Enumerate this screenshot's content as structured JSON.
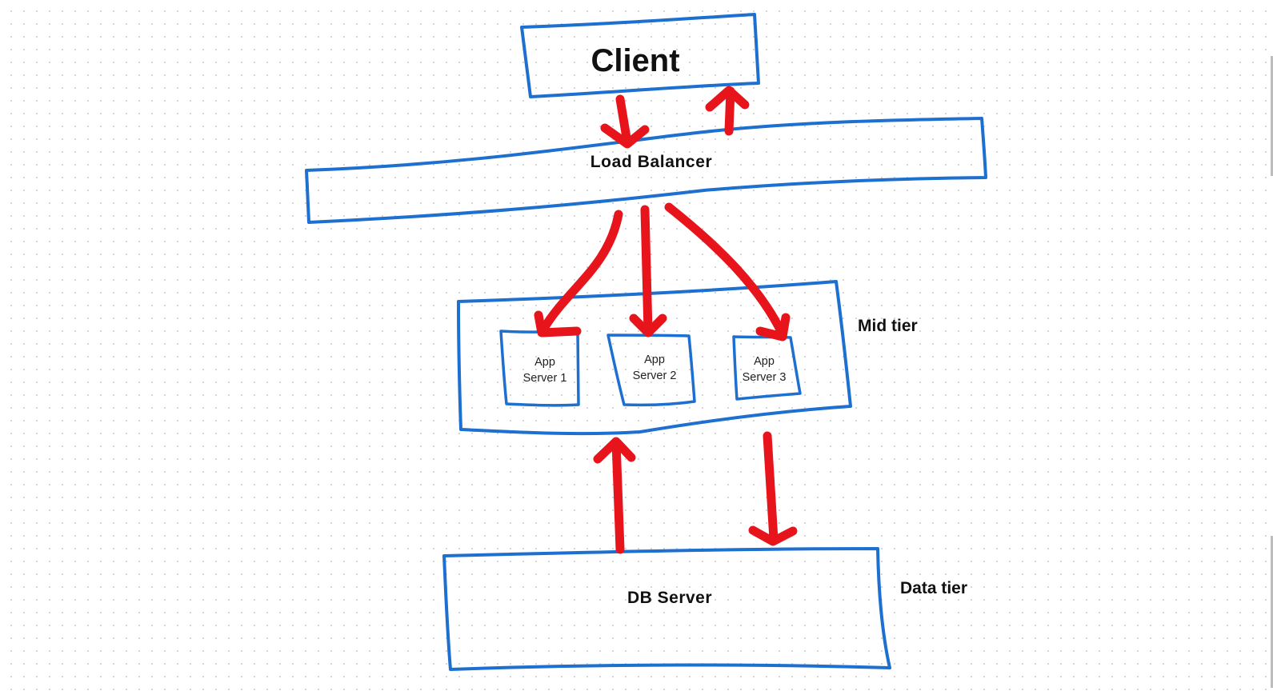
{
  "colors": {
    "box_stroke": "#1d6fd0",
    "arrow": "#e8141c"
  },
  "nodes": {
    "client": {
      "label": "Client"
    },
    "load_balancer": {
      "label": "Load Balancer"
    },
    "mid_tier": {
      "label": "Mid tier",
      "servers": [
        {
          "line1": "App",
          "line2": "Server 1"
        },
        {
          "line1": "App",
          "line2": "Server 2"
        },
        {
          "line1": "App",
          "line2": "Server 3"
        }
      ]
    },
    "db_server": {
      "label": "DB Server"
    },
    "data_tier": {
      "label": "Data tier"
    }
  },
  "edges": [
    {
      "from": "client",
      "to": "load_balancer"
    },
    {
      "from": "load_balancer",
      "to": "client"
    },
    {
      "from": "load_balancer",
      "to": "app_server_1"
    },
    {
      "from": "load_balancer",
      "to": "app_server_2"
    },
    {
      "from": "load_balancer",
      "to": "app_server_3"
    },
    {
      "from": "db_server",
      "to": "mid_tier"
    },
    {
      "from": "mid_tier",
      "to": "db_server"
    }
  ]
}
